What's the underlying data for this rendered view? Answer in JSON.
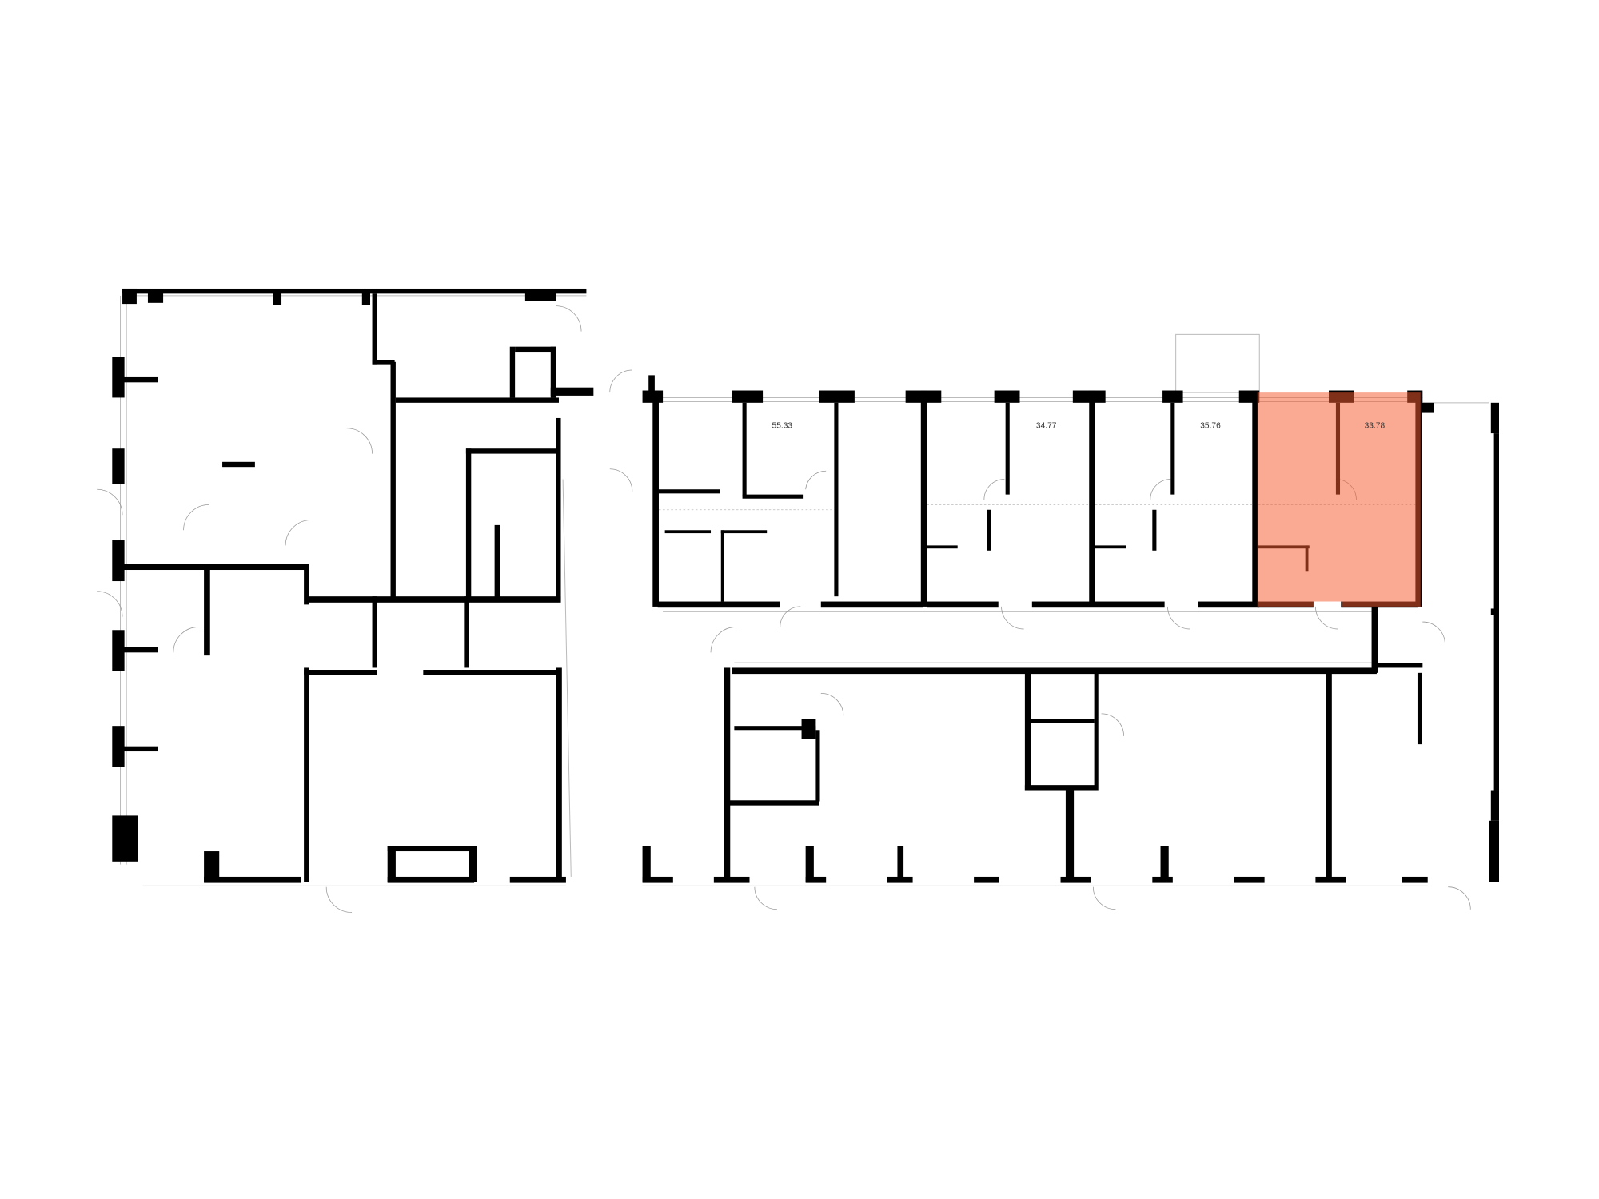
{
  "plan": {
    "units": [
      {
        "id": "unit-1",
        "area": "55.33",
        "highlighted": false
      },
      {
        "id": "unit-2",
        "area": "34.77",
        "highlighted": false
      },
      {
        "id": "unit-3",
        "area": "35.76",
        "highlighted": false
      },
      {
        "id": "unit-4",
        "area": "33.78",
        "highlighted": true
      }
    ],
    "highlight_color": "#f55a30"
  }
}
